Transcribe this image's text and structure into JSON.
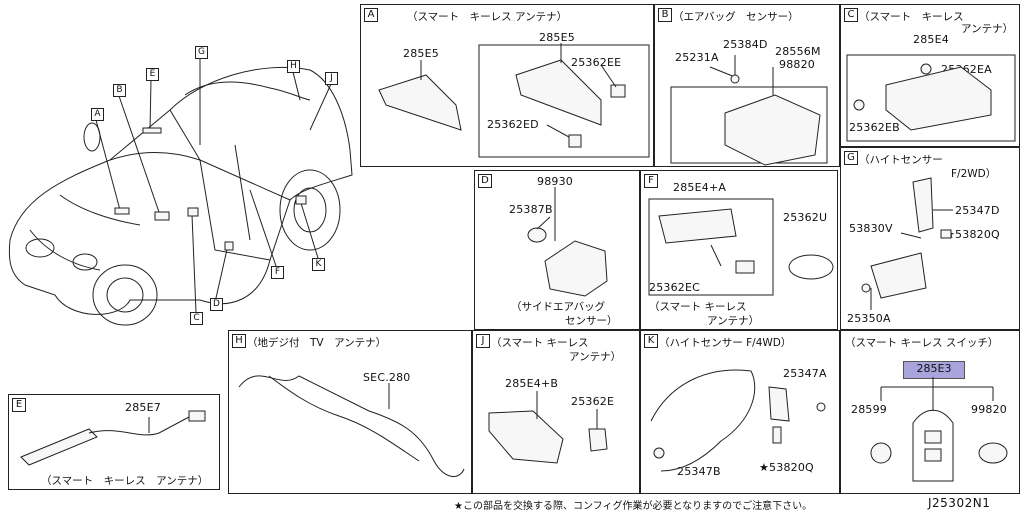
{
  "vehicle": {
    "callouts": [
      "A",
      "B",
      "E",
      "G",
      "H",
      "J",
      "C",
      "D",
      "F",
      "K"
    ]
  },
  "A": {
    "tag": "A",
    "title": "（スマート　キーレス アンテナ）",
    "parts": [
      "285E5",
      "285E5",
      "25362EE",
      "25362ED"
    ]
  },
  "B": {
    "tag": "B",
    "title": "（エアバッグ　センサー）",
    "parts": [
      "25384D",
      "25231A",
      "28556M",
      "98820"
    ]
  },
  "C": {
    "tag": "C",
    "title": "（スマート　キーレス",
    "title2": "アンテナ）",
    "parts": [
      "285E4",
      "25362EA",
      "25362EB"
    ]
  },
  "D": {
    "tag": "D",
    "parts": [
      "98930",
      "25387B"
    ],
    "caption1": "（サイドエアバッグ",
    "caption2": "センサー）"
  },
  "F": {
    "tag": "F",
    "parts": [
      "285E4+A",
      "25362U",
      "25362EC"
    ],
    "caption1": "（スマート キーレス",
    "caption2": "アンテナ）"
  },
  "G": {
    "tag": "G",
    "title": "（ハイトセンサー",
    "title2": "F/2WD）",
    "parts": [
      "25347D",
      "53830V",
      "★53820Q",
      "25350A"
    ]
  },
  "E": {
    "tag": "E",
    "parts": [
      "285E7"
    ],
    "caption": "（スマート　キーレス　アンテナ）"
  },
  "H": {
    "tag": "H",
    "title": "（地デジ付　TV　アンテナ）",
    "parts": [
      "SEC.280"
    ]
  },
  "J": {
    "tag": "J",
    "title": "（スマート キーレス",
    "title2": "アンテナ）",
    "parts": [
      "285E4+B",
      "25362E"
    ]
  },
  "K": {
    "tag": "K",
    "title": "（ハイトセンサー F/4WD）",
    "parts": [
      "25347A",
      "25347B",
      "★53820Q"
    ]
  },
  "switch": {
    "title": "（スマート キーレス スイッチ）",
    "parts": [
      "285E3",
      "28599",
      "99820"
    ],
    "highlight_color": "#a9a4dc"
  },
  "footer": {
    "note": "★この部品を交換する際、コンフィグ作業が必要となりますのでご注意下さい。",
    "code": "J25302N1"
  }
}
